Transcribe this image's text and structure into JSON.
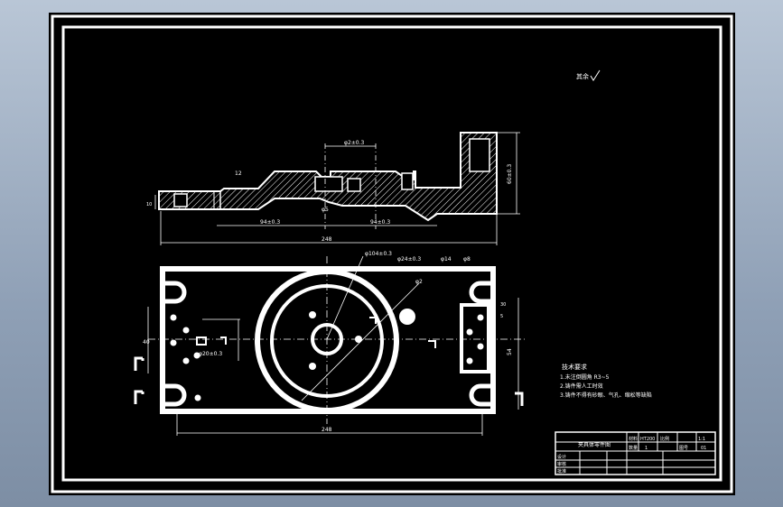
{
  "drawing": {
    "roughness_mark": "其余",
    "dims": {
      "d_top_center": "φ2±0.3",
      "d_top_left_small": "12",
      "d_right_height": "60±0.3",
      "d_left_thick": "10",
      "d_center_bore": "φ5",
      "d_bottom_left": "94±0.3",
      "d_bottom_right": "94±0.3",
      "d_overall_length": "248",
      "p_center": "φ104±0.3",
      "p_hole": "φ24±0.3",
      "p_a": "φ14",
      "p_b": "φ8",
      "p_r": "φ2",
      "p_left_h": "40",
      "p_left_small": "φ20±0.3",
      "p_right_1": "30",
      "p_right_2": "5",
      "p_right_h": "54",
      "p_overall": "248"
    },
    "notes": {
      "title": "技术要求",
      "line1": "1.未注倒圆角 R3~5",
      "line2": "2.铸件需人工时效",
      "line3": "3.铸件不得有砂眼、气孔、缩松等缺陷"
    },
    "title_block": {
      "part_name": "夹具体零件图",
      "material_label": "材料",
      "material": "HT200",
      "scale_label": "比例",
      "scale": "1:1",
      "qty_label": "数量",
      "qty": "1",
      "sheet_label": "图号",
      "sheet": "01",
      "designer": "设计",
      "checker": "审核",
      "approver": "批准"
    }
  }
}
